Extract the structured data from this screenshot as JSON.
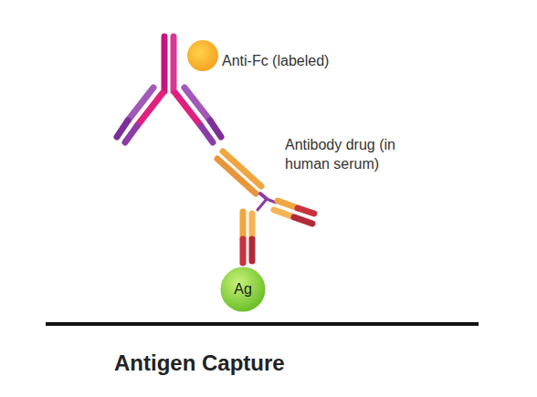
{
  "diagram": {
    "caption": "Antigen Capture",
    "nodes": [
      {
        "text": [
          "Ag"
        ]
      }
    ],
    "labels": [
      "Anti-Fc (labeled)",
      "Antibody drug (in human serum)"
    ]
  }
}
